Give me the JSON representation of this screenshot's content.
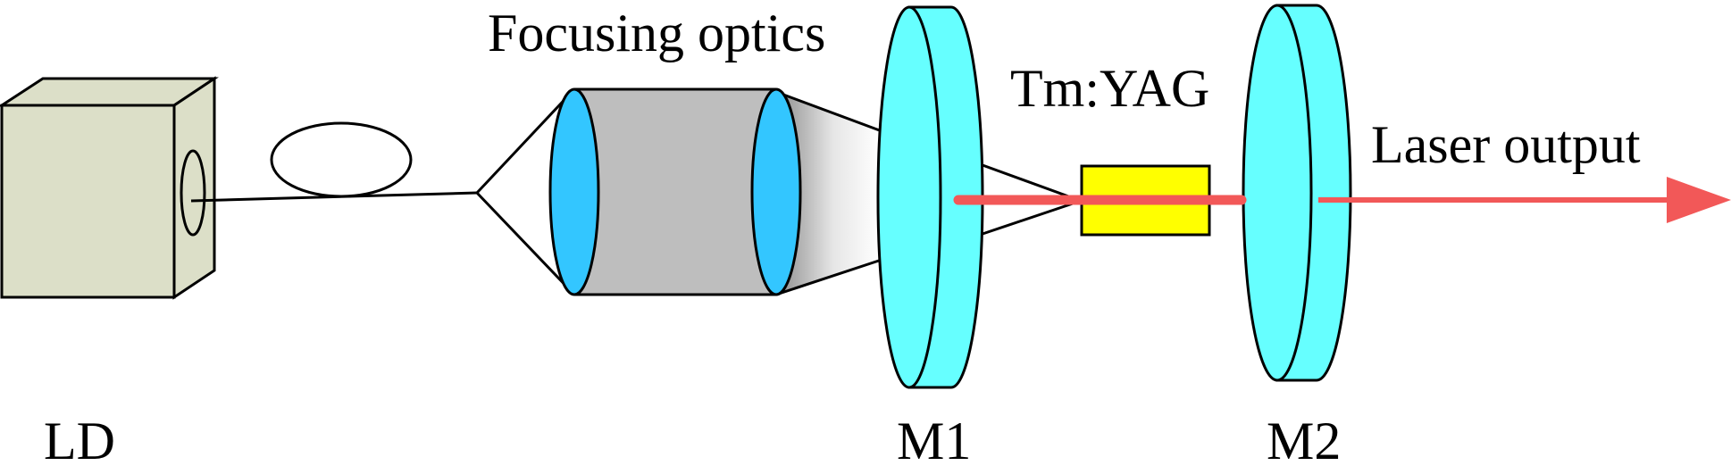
{
  "labels": {
    "ld": "LD",
    "focusing_optics": "Focusing optics",
    "m1": "M1",
    "crystal": "Tm:YAG",
    "m2": "M2",
    "output": "Laser output"
  },
  "colors": {
    "ld_box": "#dcdfc8",
    "optics_body": "#bebebe",
    "optics_lens": "#33c6ff",
    "mirror": "#66ffff",
    "crystal": "#ffff00",
    "beam": "#f25858",
    "stroke": "#000000"
  }
}
